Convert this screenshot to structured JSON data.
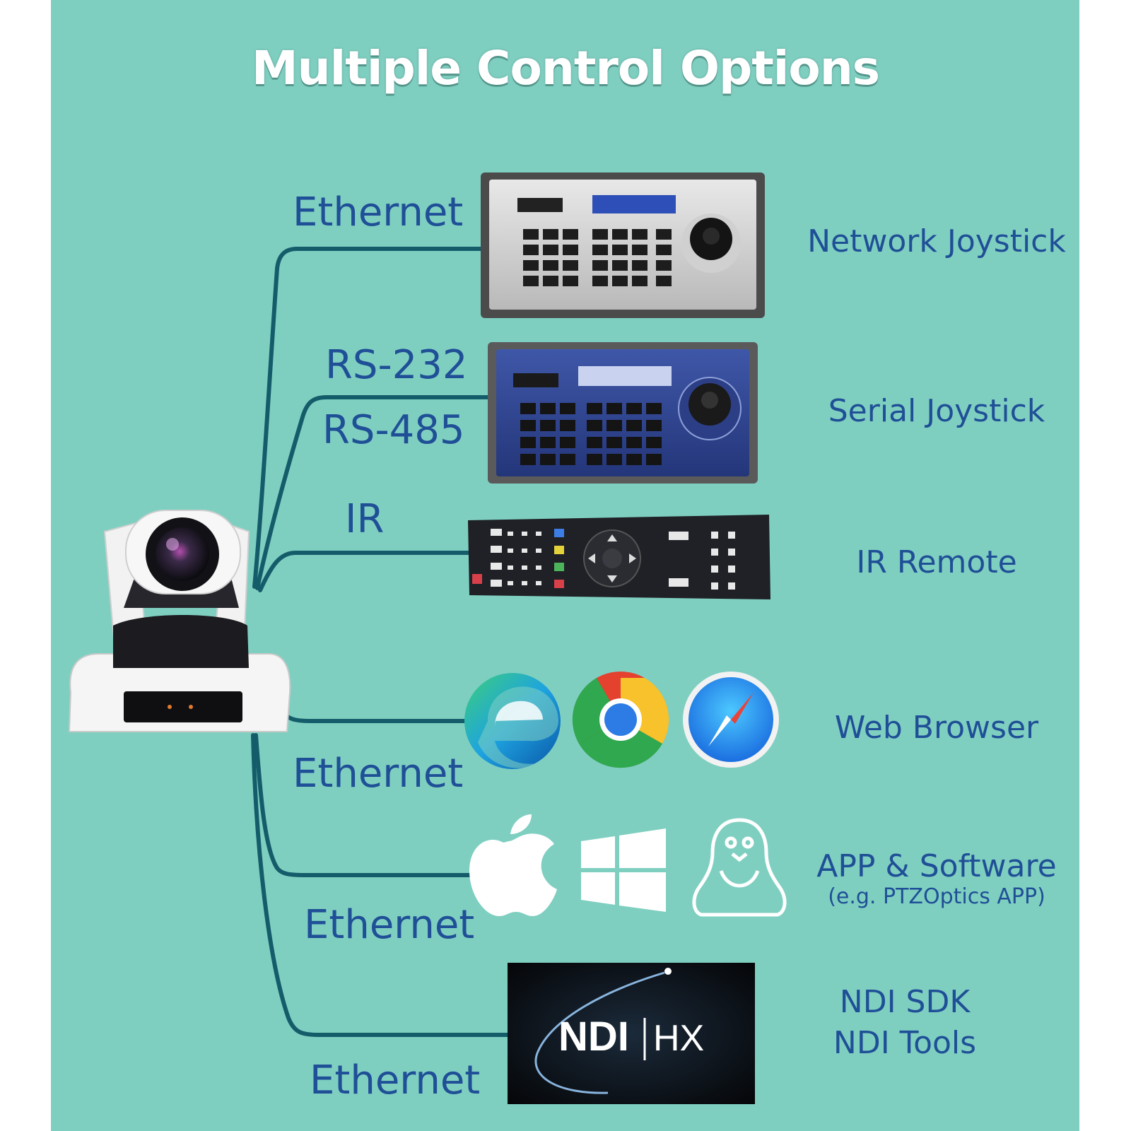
{
  "title": "Multiple Control Options",
  "colors": {
    "background": "#7fcfc1",
    "label": "#1f4f96",
    "cable": "#155c6b",
    "title": "#ffffff"
  },
  "connections": [
    {
      "protocol": "Ethernet",
      "device": "Network Joystick"
    },
    {
      "protocol": "RS-232",
      "protocol2": "RS-485",
      "device": "Serial Joystick"
    },
    {
      "protocol": "IR",
      "device": "IR Remote"
    },
    {
      "protocol": "Ethernet",
      "device": "Web Browser",
      "icons": [
        "edge-icon",
        "chrome-icon",
        "safari-icon"
      ]
    },
    {
      "protocol": "Ethernet",
      "device": "APP & Software",
      "device_note": "(e.g. PTZOptics APP)",
      "icons": [
        "apple-icon",
        "windows-icon",
        "linux-icon"
      ]
    },
    {
      "protocol": "Ethernet",
      "device": "NDI SDK",
      "device2": "NDI Tools",
      "logo_text": "NDI|HX"
    }
  ]
}
